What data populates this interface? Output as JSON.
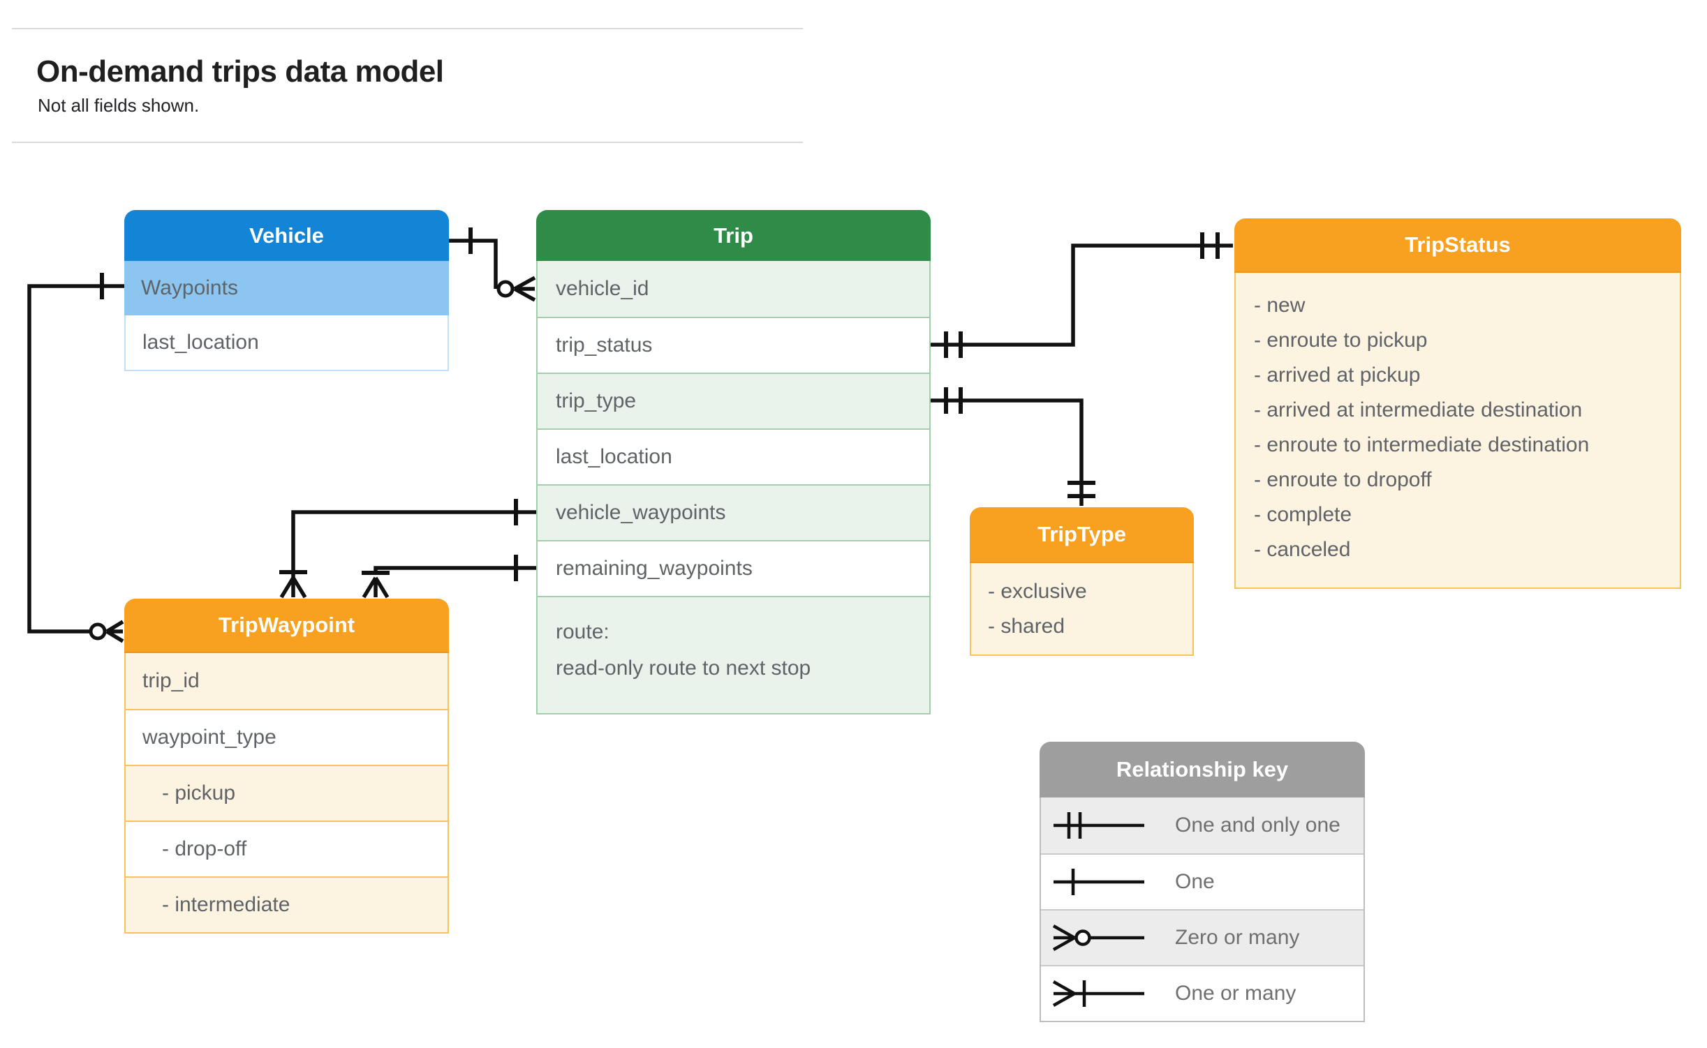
{
  "page": {
    "title": "On-demand trips data model",
    "subtitle": "Not all fields shown."
  },
  "entities": {
    "vehicle": {
      "title": "Vehicle",
      "fields": [
        "Waypoints",
        "last_location"
      ]
    },
    "trip": {
      "title": "Trip",
      "fields": [
        "vehicle_id",
        "trip_status",
        "trip_type",
        "last_location",
        "vehicle_waypoints",
        "remaining_waypoints"
      ],
      "route_field": {
        "name": "route:",
        "description": "read-only route to next stop"
      }
    },
    "trip_status": {
      "title": "TripStatus",
      "values": [
        "- new",
        "- enroute to pickup",
        "- arrived at pickup",
        "- arrived at intermediate destination",
        "- enroute to intermediate destination",
        "- enroute to dropoff",
        "- complete",
        "- canceled"
      ]
    },
    "trip_waypoint": {
      "title": "TripWaypoint",
      "fields": [
        "trip_id",
        "waypoint_type"
      ],
      "enum_values": [
        "- pickup",
        "- drop-off",
        "- intermediate"
      ]
    },
    "trip_type": {
      "title": "TripType",
      "values": [
        "- exclusive",
        "- shared"
      ]
    }
  },
  "legend": {
    "title": "Relationship key",
    "rows": [
      {
        "symbol": "one-and-only-one-symbol",
        "label": "One and only one"
      },
      {
        "symbol": "one-symbol",
        "label": "One"
      },
      {
        "symbol": "zero-or-many-symbol",
        "label": "Zero or many"
      },
      {
        "symbol": "one-or-many-symbol",
        "label": "One or many"
      }
    ]
  },
  "colors": {
    "vehicle_header": "#1484d6",
    "vehicle_row_tint": "#8cc6f0",
    "vehicle_border": "#bfe0f8",
    "trip_header": "#2f8c48",
    "trip_row_tint": "#e9f3ec",
    "trip_border": "#9ed1aa",
    "accent_orange": "#f8a01f",
    "orange_row_tint": "#fdf3e1",
    "orange_border": "#f7c45c",
    "legend_header": "#9e9e9e",
    "legend_row_tint": "#ececec",
    "legend_border": "#bdbdbd",
    "field_text": "#5f6368",
    "connector": "#111111"
  }
}
